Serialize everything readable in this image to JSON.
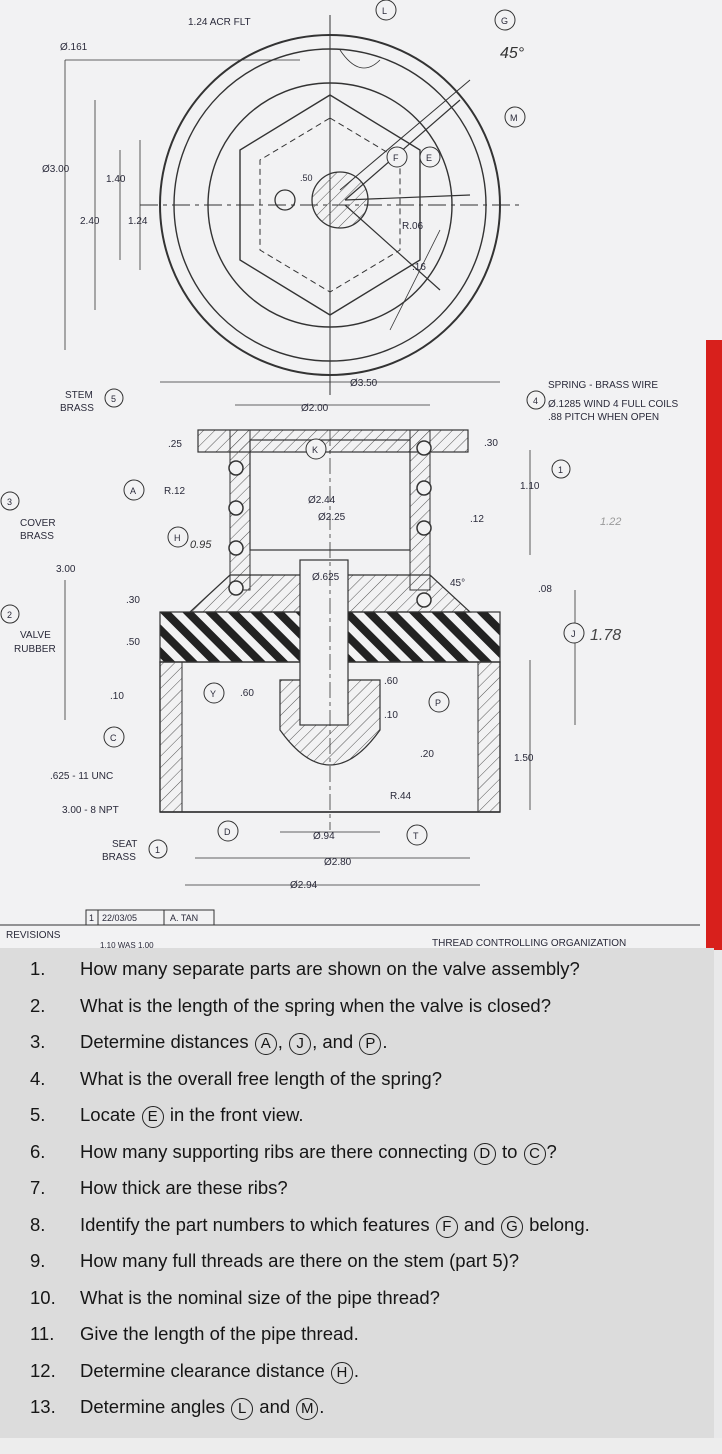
{
  "drawing": {
    "top_labels": {
      "acr_flt": "1.24 ACR FLT",
      "dia_161": "Ø.161",
      "angle_45": "45°"
    },
    "front_view_dims": {
      "d300": "Ø3.00",
      "d140": "1.40",
      "d240": "2.40",
      "d124": "1.24",
      "d50": ".50",
      "r06": "R.06",
      "d16": ".16",
      "d350": "Ø3.50"
    },
    "callouts": {
      "L": "L",
      "G": "G",
      "M": "M",
      "F": "F",
      "E": "E",
      "K": "K",
      "A": "A",
      "H": "H",
      "J": "J",
      "Y": "Y",
      "P": "P",
      "C": "C",
      "D": "D",
      "T": "T"
    },
    "parts": {
      "stem": {
        "num": "5",
        "name1": "STEM",
        "name2": "BRASS"
      },
      "cover": {
        "num": "3",
        "name1": "COVER",
        "name2": "BRASS"
      },
      "valve": {
        "num": "2",
        "name1": "VALVE",
        "name2": "RUBBER"
      },
      "seat": {
        "num": "1",
        "name1": "SEAT",
        "name2": "BRASS"
      },
      "spring": {
        "num": "4",
        "line1": "SPRING - BRASS WIRE",
        "line2": "Ø.1285 WIND 4 FULL COILS",
        "line3": ".88 PITCH WHEN OPEN"
      },
      "seat_ref": "1"
    },
    "section_dims": {
      "d200": "Ø2.00",
      "d25": ".25",
      "r12": "R.12",
      "d244": "Ø2.44",
      "d225": "Ø2.25",
      "d0625": "Ø.625",
      "d300": "3.00",
      "d30a": ".30",
      "d50": ".50",
      "d10a": ".10",
      "d60a": ".60",
      "d60b": ".60",
      "d10b": ".10",
      "d20": ".20",
      "r44": "R.44",
      "d30b": ".30",
      "d110": "1.10",
      "d12": ".12",
      "a45": "45°",
      "d08": ".08",
      "d150": "1.50",
      "unc": ".625 - 11 UNC",
      "npt": "3.00 - 8 NPT",
      "d094": "Ø.94",
      "d280": "Ø2.80",
      "d294": "Ø2.94"
    },
    "handwritten": {
      "h1": "0.95",
      "h2": "1.78",
      "h3": "1.22"
    },
    "revisions": {
      "label": "REVISIONS",
      "num": "1",
      "date": "22/03/05",
      "by": "A. TAN",
      "was": "1.10 WAS 1.00"
    },
    "organization": "THREAD CONTROLLING ORGANIZATION"
  },
  "questions": [
    {
      "n": "1.",
      "parts": [
        "How many separate parts are shown on the valve assembly?"
      ]
    },
    {
      "n": "2.",
      "parts": [
        "What is the length of the spring when the valve is closed?"
      ]
    },
    {
      "n": "3.",
      "parts": [
        "Determine distances ",
        {
          "c": "A"
        },
        ", ",
        {
          "c": "J"
        },
        ", and ",
        {
          "c": "P"
        },
        "."
      ]
    },
    {
      "n": "4.",
      "parts": [
        "What is the overall free length of the spring?"
      ]
    },
    {
      "n": "5.",
      "parts": [
        "Locate ",
        {
          "c": "E"
        },
        " in the front view."
      ]
    },
    {
      "n": "6.",
      "parts": [
        "How many supporting ribs are there connecting ",
        {
          "c": "D"
        },
        " to ",
        {
          "c": "C"
        },
        "?"
      ]
    },
    {
      "n": "7.",
      "parts": [
        "How thick are these ribs?"
      ]
    },
    {
      "n": "8.",
      "parts": [
        "Identify the part numbers to which features ",
        {
          "c": "F"
        },
        " and ",
        {
          "c": "G"
        },
        " belong."
      ]
    },
    {
      "n": "9.",
      "parts": [
        "How many full threads are there on the stem (part 5)?"
      ]
    },
    {
      "n": "10.",
      "parts": [
        "What is the nominal size of the pipe thread?"
      ]
    },
    {
      "n": "11.",
      "parts": [
        "Give the length of the pipe thread."
      ]
    },
    {
      "n": "12.",
      "parts": [
        "Determine clearance distance ",
        {
          "c": "H"
        },
        "."
      ]
    },
    {
      "n": "13.",
      "parts": [
        "Determine angles ",
        {
          "c": "L"
        },
        " and ",
        {
          "c": "M"
        },
        "."
      ]
    }
  ]
}
